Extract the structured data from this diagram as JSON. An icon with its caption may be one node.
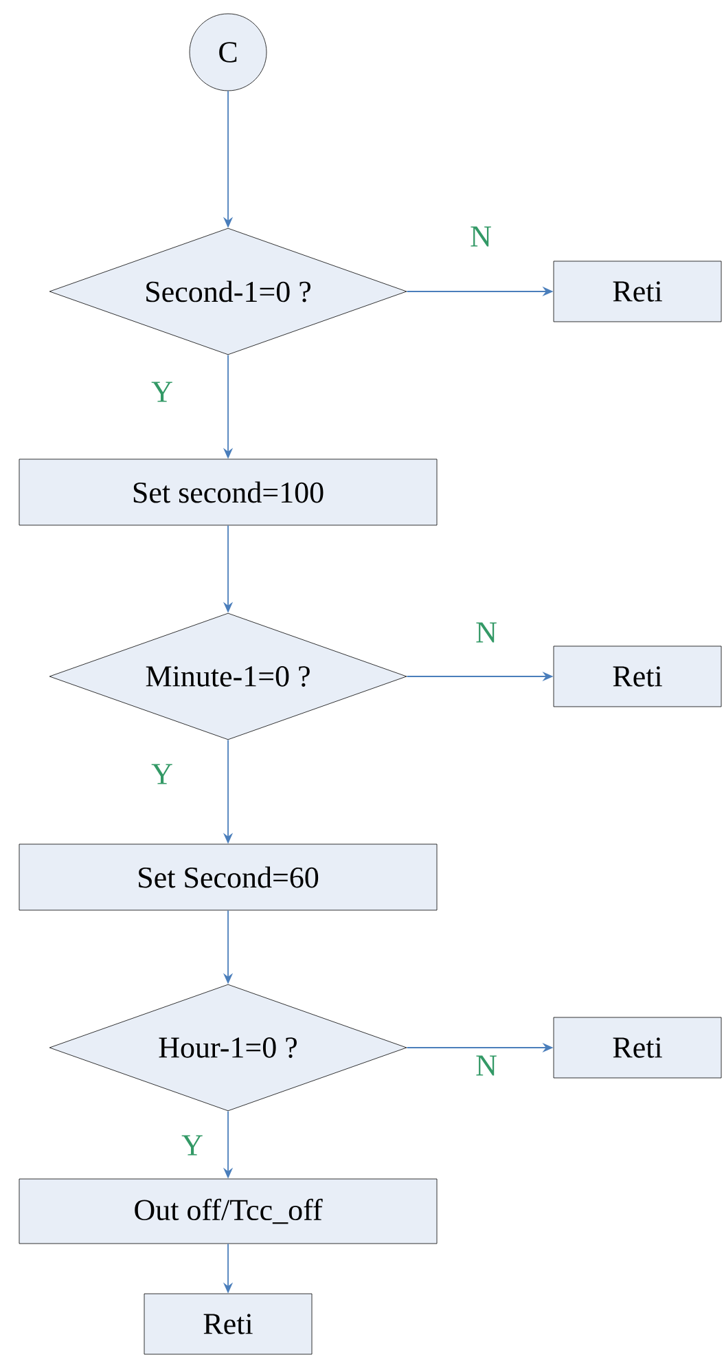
{
  "diagram": {
    "nodes": [
      {
        "text": [
          "C"
        ]
      },
      {
        "text": [
          "Second-1=0 ?"
        ]
      },
      {
        "text": [
          "Reti"
        ]
      },
      {
        "text": [
          "Set second=100"
        ]
      },
      {
        "text": [
          "Minute-1=0 ?"
        ]
      },
      {
        "text": [
          "Reti"
        ]
      },
      {
        "text": [
          "Set Second=60"
        ]
      },
      {
        "text": [
          "Hour-1=0 ?"
        ]
      },
      {
        "text": [
          "Reti"
        ]
      },
      {
        "text": [
          "Out off/Tcc_off"
        ]
      },
      {
        "text": [
          "Reti"
        ]
      }
    ],
    "edges": [
      {
        "from": 0,
        "to": 1,
        "arrow": "to"
      },
      {
        "from": 1,
        "to": 2,
        "arrow": "to",
        "label": "N"
      },
      {
        "from": 1,
        "to": 3,
        "arrow": "to",
        "label": "Y"
      },
      {
        "from": 3,
        "to": 4,
        "arrow": "to"
      },
      {
        "from": 4,
        "to": 5,
        "arrow": "to",
        "label": "N"
      },
      {
        "from": 4,
        "to": 6,
        "arrow": "to",
        "label": "Y"
      },
      {
        "from": 6,
        "to": 7,
        "arrow": "to"
      },
      {
        "from": 7,
        "to": 8,
        "arrow": "to",
        "label": "N"
      },
      {
        "from": 7,
        "to": 9,
        "arrow": "to",
        "label": "Y"
      },
      {
        "from": 9,
        "to": 10,
        "arrow": "to"
      }
    ]
  }
}
